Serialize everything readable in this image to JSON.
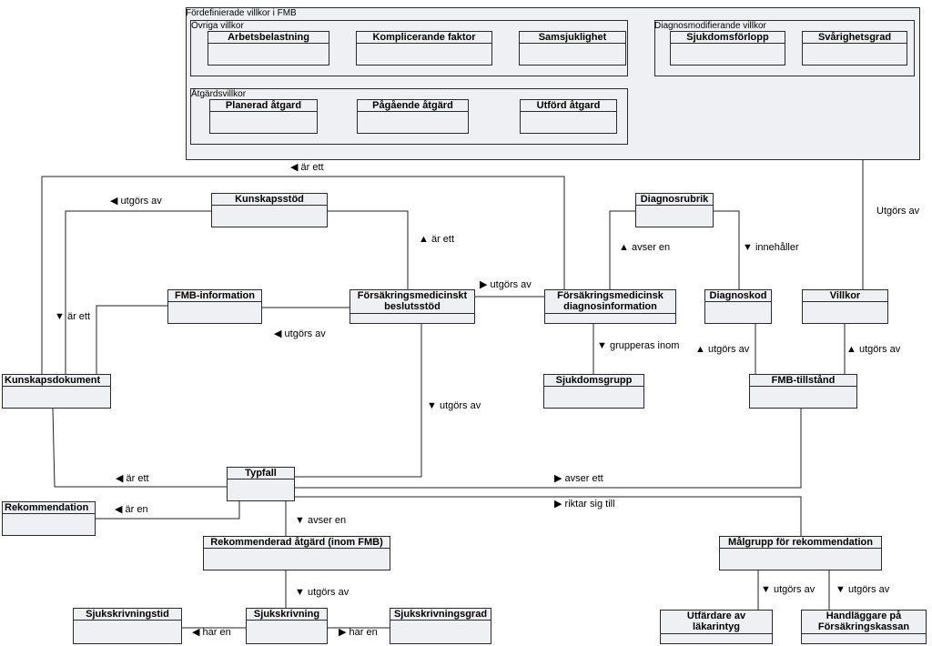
{
  "packages": {
    "outer": "Fördefinierade villkor i FMB",
    "ovriga": "Övriga villkor",
    "diagnosmod": "Diagnosmodifierande villkor",
    "atgard": "Åtgärdsvillkor"
  },
  "classes": {
    "arbetsbelastning": "Arbetsbelastning",
    "komplicerande": "Komplicerande faktor",
    "samsjuklighet": "Samsjuklighet",
    "sjukdomsforlopp": "Sjukdomsförlopp",
    "svarighetsgrad": "Svårighetsgrad",
    "planerad": "Planerad åtgard",
    "pagaende": "Pågående åtgärd",
    "utford": "Utförd åtgard",
    "kunskapsstod": "Kunskapsstöd",
    "diagnosrubrik": "Diagnosrubrik",
    "fmb_information": "FMB-information",
    "beslutsstod": "Försäkringsmedicinskt beslutsstöd",
    "diagnosinformation": "Försäkringsmedicinsk diagnosinformation",
    "diagnoskod": "Diagnoskod",
    "villkor": "Villkor",
    "kunskapsdokument": "Kunskapsdokument",
    "sjukdomsgrupp": "Sjukdomsgrupp",
    "fmb_tillstand": "FMB-tillstånd",
    "typfall": "Typfall",
    "rekommendation": "Rekommendation",
    "rekommenderad_atgard": "Rekommenderad åtgärd (inom FMB)",
    "malgrupp": "Målgrupp för rekommendation",
    "sjukskrivningstid": "Sjukskrivningstid",
    "sjukskrivning": "Sjukskrivning",
    "sjukskrivningsgrad": "Sjukskrivningsgrad",
    "utfardare": "Utfärdare av läkarintyg",
    "handlaggare": "Handläggare på Försäkringskassan"
  },
  "labels": {
    "ar_ett_top": "är ett",
    "utgors_av_ks": "utgörs av",
    "ar_ett_bs": "är ett",
    "avser_en": "avser en",
    "innehaller": "innehåller",
    "utgors_av_villkor": "Utgörs av",
    "utgors_av_bs_di": "utgörs av",
    "ar_ett_left": "är ett",
    "utgors_av_fmb": "utgörs av",
    "grupperas_inom": "grupperas inom",
    "utgors_av_dk": "utgörs av",
    "utgors_av_ft": "utgörs av",
    "utgors_av_typ": "utgörs av",
    "ar_ett_typ": "är ett",
    "avser_ett": "avser ett",
    "ar_en": "är en",
    "riktar_sig_till": "riktar sig till",
    "avser_en_ra": "avser en",
    "utgors_av_sk": "utgörs av",
    "utgors_av_mg1": "utgörs av",
    "utgors_av_mg2": "utgörs av",
    "har_en_1": "har en",
    "har_en_2": "har en"
  }
}
